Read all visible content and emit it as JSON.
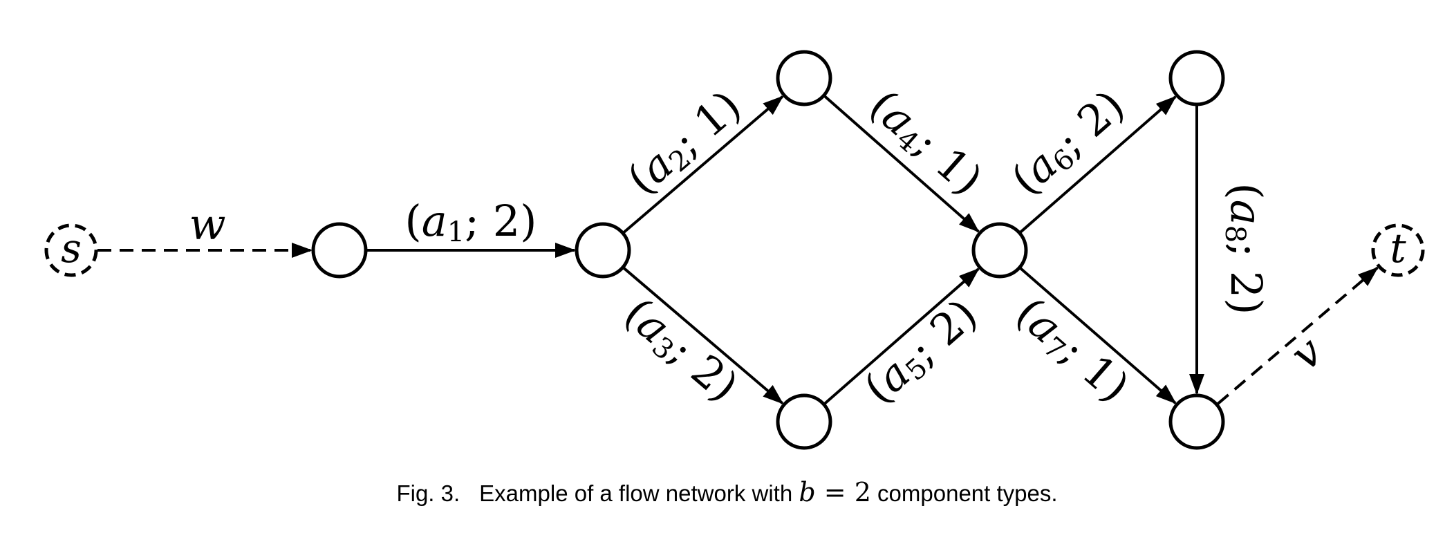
{
  "figure": {
    "nodes": [
      {
        "id": "s",
        "label": "s",
        "dashed": true
      },
      {
        "id": "n1",
        "label": "",
        "dashed": false
      },
      {
        "id": "n2",
        "label": "",
        "dashed": false
      },
      {
        "id": "n3",
        "label": "",
        "dashed": false
      },
      {
        "id": "n4",
        "label": "",
        "dashed": false
      },
      {
        "id": "n5",
        "label": "",
        "dashed": false
      },
      {
        "id": "n6",
        "label": "",
        "dashed": false
      },
      {
        "id": "n7",
        "label": "",
        "dashed": false
      },
      {
        "id": "t",
        "label": "t",
        "dashed": true
      }
    ],
    "edges": [
      {
        "id": "w",
        "from": "s",
        "to": "n1",
        "var": "w",
        "sub": "",
        "cap": "",
        "dashed": true
      },
      {
        "id": "a1",
        "from": "n1",
        "to": "n2",
        "var": "a",
        "sub": "1",
        "cap": "2",
        "dashed": false
      },
      {
        "id": "a2",
        "from": "n2",
        "to": "n3",
        "var": "a",
        "sub": "2",
        "cap": "1",
        "dashed": false
      },
      {
        "id": "a3",
        "from": "n2",
        "to": "n4",
        "var": "a",
        "sub": "3",
        "cap": "2",
        "dashed": false
      },
      {
        "id": "a4",
        "from": "n3",
        "to": "n5",
        "var": "a",
        "sub": "4",
        "cap": "1",
        "dashed": false
      },
      {
        "id": "a5",
        "from": "n4",
        "to": "n5",
        "var": "a",
        "sub": "5",
        "cap": "2",
        "dashed": false
      },
      {
        "id": "a6",
        "from": "n5",
        "to": "n6",
        "var": "a",
        "sub": "6",
        "cap": "2",
        "dashed": false
      },
      {
        "id": "a7",
        "from": "n5",
        "to": "n7",
        "var": "a",
        "sub": "7",
        "cap": "1",
        "dashed": false
      },
      {
        "id": "a8",
        "from": "n6",
        "to": "n7",
        "var": "a",
        "sub": "8",
        "cap": "2",
        "dashed": false
      },
      {
        "id": "v",
        "from": "n7",
        "to": "t",
        "var": "v",
        "sub": "",
        "cap": "",
        "dashed": true
      }
    ]
  },
  "caption": {
    "fig_num": "Fig. 3.",
    "text_before": "Example of a flow network with ",
    "math_var": "b",
    "math_eq": " = ",
    "math_num": "2",
    "text_after": " component types."
  }
}
